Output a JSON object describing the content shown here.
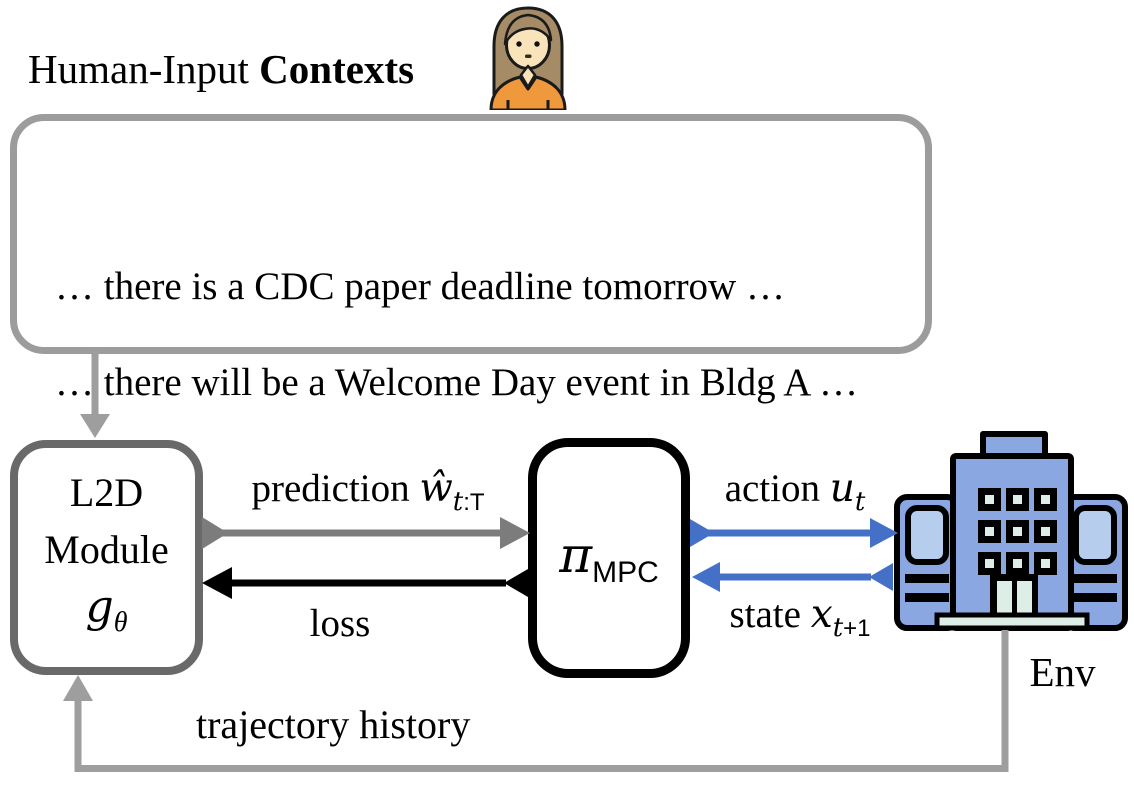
{
  "title": {
    "regular": "Human-Input ",
    "bold": "Contexts"
  },
  "context_box": {
    "lines": [
      "… there is a CDC paper deadline tomorrow …",
      "… there will be a Welcome Day event in Bldg A …",
      "…"
    ]
  },
  "l2d_box": {
    "name_line1": "L2D",
    "name_line2": "Module",
    "symbol": "g",
    "symbol_sub": "θ"
  },
  "mpc_box": {
    "symbol": "π",
    "symbol_sub": "MPC"
  },
  "env_label": "Env",
  "labels": {
    "prediction": {
      "text": "prediction ",
      "symbol": "ŵ",
      "sub_italic": "t",
      "sub_upright": ":T"
    },
    "loss": "loss",
    "action": {
      "text": "action ",
      "symbol": "u",
      "sub_italic": "t"
    },
    "state": {
      "text": "state ",
      "symbol": "x",
      "sub_italic": "t",
      "sub_upright": "+1"
    },
    "trajectory": "trajectory history"
  },
  "icons": {
    "human": "woman-icon",
    "environment": "building-icon"
  },
  "colors": {
    "context_border_gray": "#9c9c9c",
    "l2d_border_gray": "#696969",
    "mpc_border_black": "#000000",
    "arrow_gray": "#7c7c7c",
    "loop_gray": "#9e9e9e",
    "arrow_black": "#000000",
    "arrow_blue": "#4570c8",
    "building_blue": "#8aa7e2",
    "building_window_blue": "#b7cdee",
    "building_mint": "#ddeee6",
    "skin": "#f8e3bb",
    "hair": "#a58b66",
    "shirt": "#f0983c"
  }
}
